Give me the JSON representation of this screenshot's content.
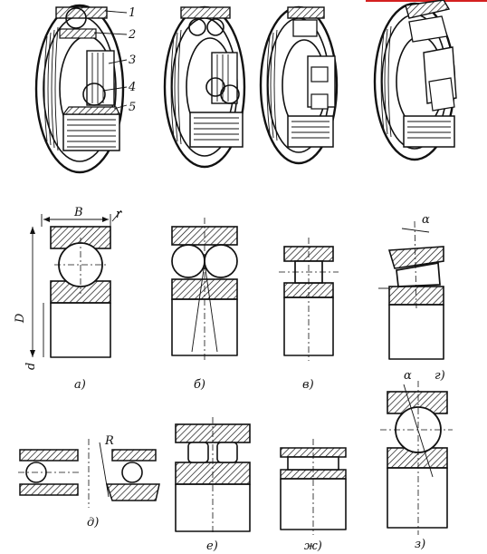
{
  "colors": {
    "ink": "#111111",
    "background": "#ffffff",
    "accent_corner": "#d42020"
  },
  "parts": {
    "items": [
      "1",
      "2",
      "3",
      "4",
      "5"
    ]
  },
  "dimensions": {
    "width_label": "B",
    "radius_label": "r",
    "outer_diameter_label": "D",
    "bore_label": "d",
    "angle_label_g": "α",
    "radius_label_d": "R",
    "angle_label_z": "α"
  },
  "variants": {
    "a": "а)",
    "b": "б)",
    "v": "в)",
    "g": "г)",
    "d": "д)",
    "e": "е)",
    "zh": "ж)",
    "z": "з)"
  }
}
